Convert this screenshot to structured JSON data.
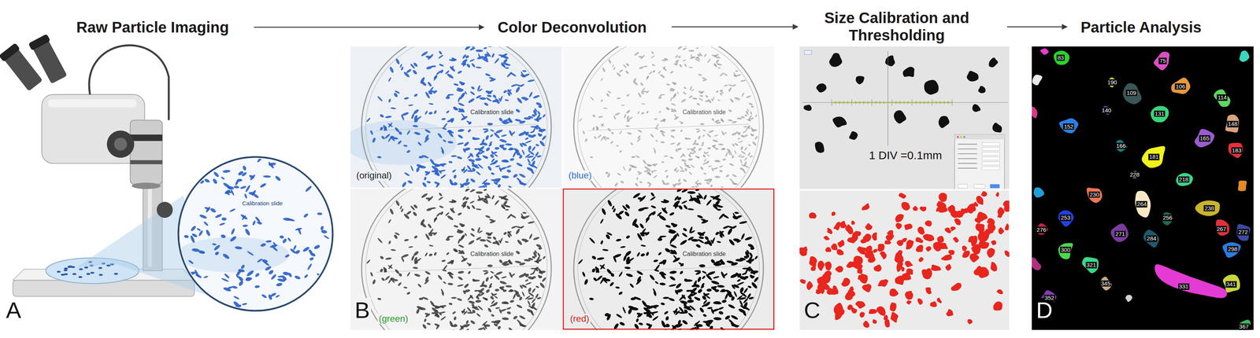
{
  "diagram": {
    "nodes": [
      {
        "text": [
          "Raw Particle Imaging"
        ]
      },
      {
        "text": [
          "Color Deconvolution"
        ]
      },
      {
        "text": [
          "Size Calibration and Thresholding"
        ]
      },
      {
        "text": [
          "Particle Analysis"
        ]
      }
    ],
    "edges": [
      {
        "from": 0,
        "to": 1,
        "arrow": "to"
      },
      {
        "from": 1,
        "to": 2,
        "arrow": "to"
      },
      {
        "from": 2,
        "to": 3,
        "arrow": "to"
      }
    ],
    "labels": [
      "A",
      "B",
      "C",
      "D",
      "(original)",
      "(blue)",
      "(green)",
      "(red)",
      "Calibration slide",
      "Calibration slide",
      "Calibration slide",
      "Calibration slide",
      "Calibration slide",
      "1 DIV =0.1mm",
      "83",
      "75",
      "190",
      "106",
      "109",
      "114",
      "140",
      "131",
      "148",
      "152",
      "166",
      "165",
      "183",
      "181",
      "228",
      "218",
      "230",
      "264",
      "238",
      "253",
      "256",
      "276",
      "267",
      "271",
      "284",
      "272",
      "298",
      "300",
      "321",
      "345",
      "331",
      "341",
      "352",
      "367"
    ]
  }
}
